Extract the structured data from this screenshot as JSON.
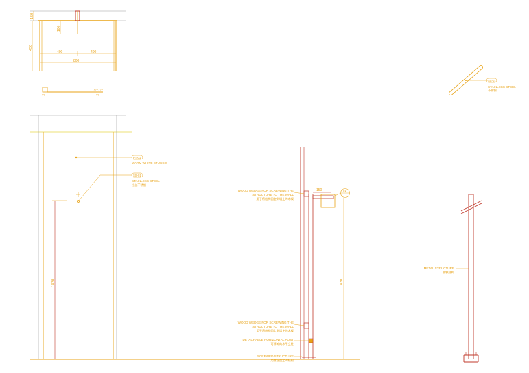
{
  "colors": {
    "background": "#ffffff",
    "orange": "#e8a317",
    "red": "#c0392b",
    "darkred": "#8b1a1a",
    "gray": "#9a9a9a",
    "yellow": "#e6d84a"
  },
  "plan": {
    "dim_total": "800",
    "dim_left": "400",
    "dim_right": "400",
    "dim_height": "450",
    "dim_top": "150",
    "dim_post": "100",
    "sym_left": "??",
    "sym_right": "??????",
    "sym_right_2": "??"
  },
  "perspective": {
    "tag": "SS-01",
    "material_en": "STAINLESS STEEL",
    "material_cn": "不锈钢"
  },
  "elevation": {
    "tag_stucco": "PT-01",
    "stucco_en": "WARM WHITE STUCCO",
    "tag_steel": "SS-01",
    "steel_en": "STAINLESS STEEL",
    "steel_cn": "拉丝不锈钢",
    "dim_height": "1820"
  },
  "section": {
    "tag": "01",
    "dim_top": "150",
    "dim_height": "1820",
    "wedge_top_en_1": "WOOD WEDGE FOR SCREWING THE",
    "wedge_top_en_2": "STRUCTURE TO THE WALL",
    "wedge_top_cn": "用于将结构固定到墙上的木楔",
    "wedge_bottom_en_1": "WOOD WEDGE FOR SCREWING THE",
    "wedge_bottom_en_2": "STRUCTURE TO THE WALL",
    "wedge_bottom_cn": "用于将结构固定到墙上的木楔",
    "post_en": "DETACHABLE HORIZONTAL POST",
    "post_cn": "可拆卸的水平立柱",
    "structure_en": "SCREWED STRUCTURE",
    "structure_cn": "用螺丝固定的结构"
  },
  "metal": {
    "label_en": "METAL STRUCTURE",
    "label_cn": "钢铁结构"
  }
}
